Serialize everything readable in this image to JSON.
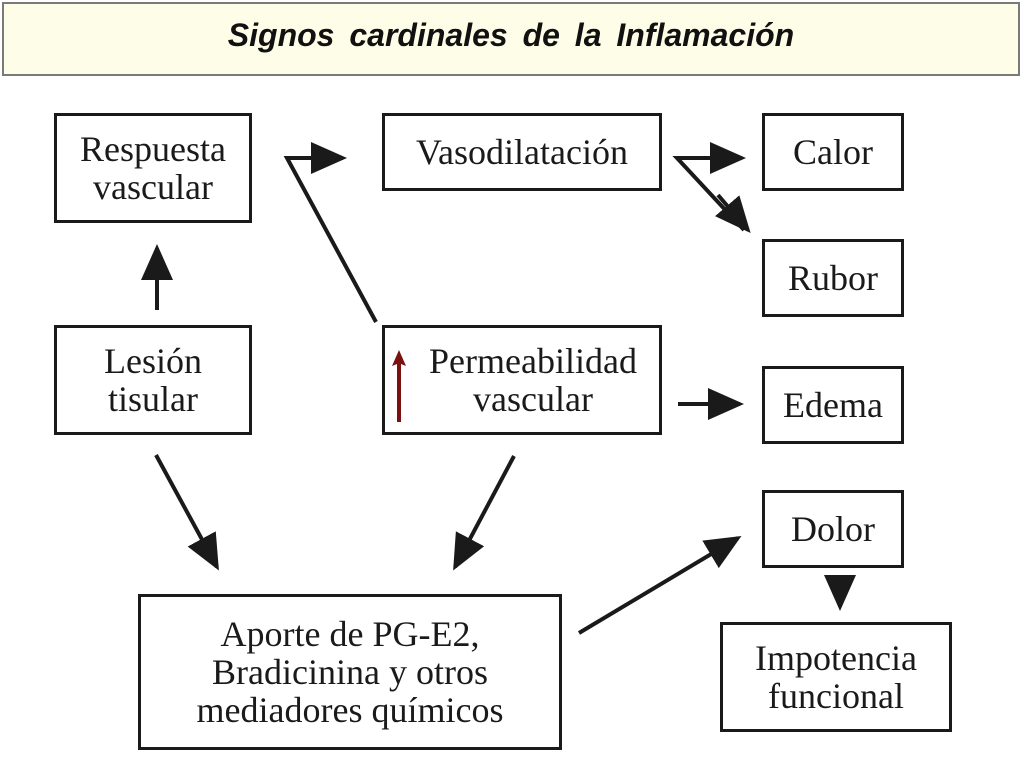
{
  "title": "Signos  cardinales  de  la  Inflamación",
  "nodes": {
    "respuesta_vascular": [
      "Respuesta",
      "vascular"
    ],
    "vasodilatacion": "Vasodilatación",
    "calor": "Calor",
    "rubor": "Rubor",
    "lesion_tisular": [
      "Lesión",
      "tisular"
    ],
    "permeabilidad_vascular": [
      "Permeabilidad",
      "vascular"
    ],
    "edema": "Edema",
    "dolor": "Dolor",
    "aporte": [
      "Aporte de PG-E2,",
      "Bradicinina y otros",
      "mediadores químicos"
    ],
    "impotencia_funcional": [
      "Impotencia",
      "funcional"
    ]
  },
  "colors": {
    "title_background": "#fefee8",
    "box_border": "#1a1a1a",
    "arrow": "#1a1a1a",
    "increase_arrow": "#7a1010"
  },
  "icons": {
    "increase_indicator": "up-arrow-icon"
  }
}
